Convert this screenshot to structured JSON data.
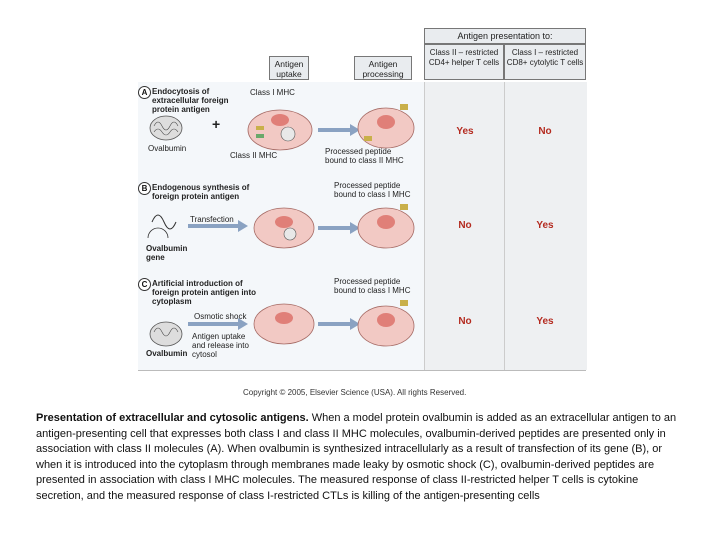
{
  "header": {
    "antigen_presentation_to": "Antigen presentation to:",
    "col_uptake": "Antigen uptake",
    "col_processing": "Antigen processing",
    "col_class2": "Class II – restricted CD4+ helper T cells",
    "col_class1": "Class I – restricted CD8+ cytolytic T cells"
  },
  "panels": [
    {
      "letter": "A",
      "title": "Endocytosis of extracellular foreign protein antigen",
      "source": "Ovalbumin",
      "plus": "+",
      "label_class1": "Class I MHC",
      "label_class2": "Class II MHC",
      "label_peptide": "Processed peptide bound to class II MHC",
      "result_class2": "Yes",
      "result_class1": "No"
    },
    {
      "letter": "B",
      "title": "Endogenous synthesis of foreign protein antigen",
      "method": "Transfection",
      "source": "Ovalbumin gene",
      "label_peptide": "Processed peptide bound to class I MHC",
      "result_class2": "No",
      "result_class1": "Yes"
    },
    {
      "letter": "C",
      "title": "Artificial introduction of foreign protein antigen into cytoplasm",
      "method": "Osmotic shock",
      "source": "Ovalbumin",
      "uptake_note": "Antigen uptake and release into cytosol",
      "label_peptide": "Processed peptide bound to class I MHC",
      "result_class2": "No",
      "result_class1": "Yes"
    }
  ],
  "copyright": "Copyright © 2005, Elsevier Science (USA). All rights Reserved.",
  "caption": {
    "bold": "Presentation of extracellular and cytosolic antigens.",
    "text": " When a model protein ovalbumin is added as an extracellular antigen to an antigen-presenting cell that expresses both class I and class II MHC molecules, ovalbumin-derived peptides are presented only in association with class II molecules (A). When ovalbumin is synthesized intracellularly as a result of transfection of its gene (B), or when it is introduced into the cytoplasm through membranes made leaky by osmotic shock (C), ovalbumin-derived peptides are presented in association with class I MHC molecules. The measured response of class II-restricted helper T cells is cytokine secretion, and the measured response of class I-restricted CTLs is killing of the antigen-presenting cells"
  },
  "colors": {
    "cell_fill": "#f2c9c4",
    "nucleus": "#e07f78",
    "yes_no": "#b42b20",
    "mhc": "#c9b04a",
    "arrow": "#8aa2c2"
  }
}
